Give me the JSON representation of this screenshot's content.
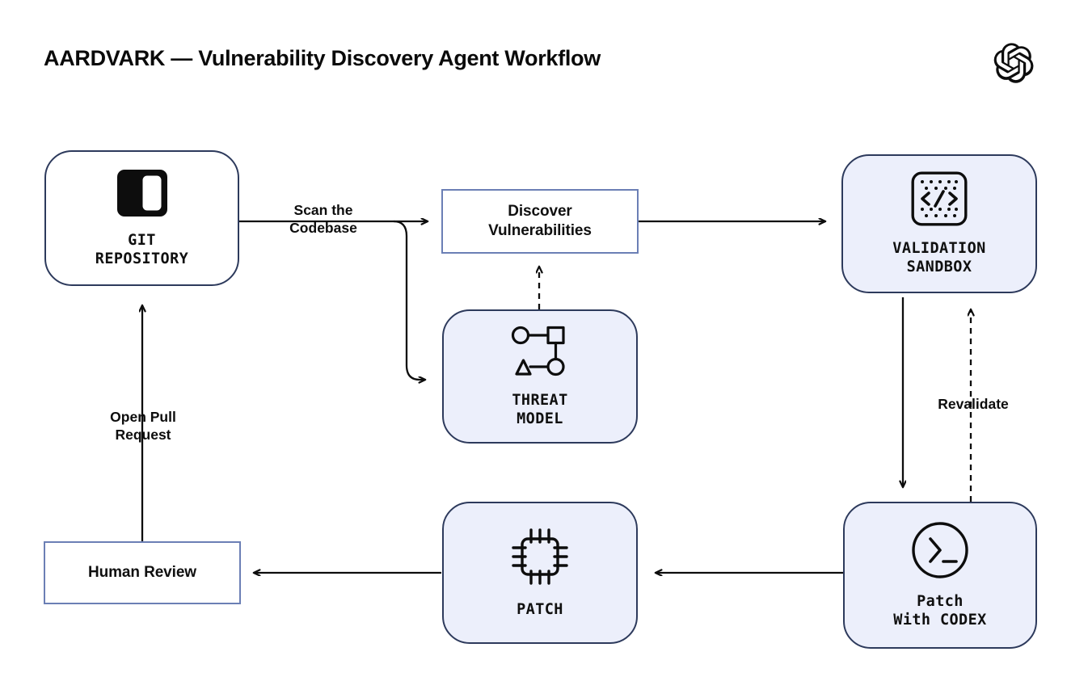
{
  "header": {
    "title": "AARDVARK — Vulnerability Discovery Agent Workflow",
    "logo_name": "openai-logo"
  },
  "diagram": {
    "type": "flowchart",
    "colors": {
      "node_border_dark": "#2d3a5c",
      "node_border_blue": "#6b7fb5",
      "node_fill_lavender": "#eceffb",
      "node_fill_white": "#ffffff",
      "edge_stroke": "#0d0d0d",
      "text": "#0d0d0d"
    },
    "nodes": [
      {
        "id": "git-repository",
        "label": "GIT\nREPOSITORY",
        "icon": "repository-icon",
        "shape": "rounded-card",
        "fill": "white"
      },
      {
        "id": "discover-vulnerabilities",
        "label": "Discover\nVulnerabilities",
        "icon": null,
        "shape": "rectangle",
        "fill": "white"
      },
      {
        "id": "threat-model",
        "label": "THREAT\nMODEL",
        "icon": "node-graph-icon",
        "shape": "rounded-card",
        "fill": "lavender"
      },
      {
        "id": "validation-sandbox",
        "label": "VALIDATION\nSANDBOX",
        "icon": "code-sandbox-icon",
        "shape": "rounded-card",
        "fill": "lavender"
      },
      {
        "id": "patch-with-codex",
        "label": "Patch\nWith CODEX",
        "icon": "terminal-prompt-icon",
        "shape": "rounded-card",
        "fill": "lavender"
      },
      {
        "id": "patch",
        "label": "PATCH",
        "icon": "cpu-chip-icon",
        "shape": "rounded-card",
        "fill": "lavender"
      },
      {
        "id": "human-review",
        "label": "Human Review",
        "icon": null,
        "shape": "rectangle",
        "fill": "white"
      }
    ],
    "edges": [
      {
        "id": "scan-codebase",
        "from": "git-repository",
        "to": "discover-vulnerabilities",
        "label": "Scan the\nCodebase",
        "style": "solid"
      },
      {
        "id": "scan-to-threat-model",
        "from": "git-repository",
        "to": "threat-model",
        "label": "",
        "style": "solid"
      },
      {
        "id": "threat-informs",
        "from": "threat-model",
        "to": "discover-vulnerabilities",
        "label": "",
        "style": "dashed"
      },
      {
        "id": "to-validation",
        "from": "discover-vulnerabilities",
        "to": "validation-sandbox",
        "label": "",
        "style": "solid"
      },
      {
        "id": "to-codex",
        "from": "validation-sandbox",
        "to": "patch-with-codex",
        "label": "",
        "style": "solid"
      },
      {
        "id": "revalidate",
        "from": "patch-with-codex",
        "to": "validation-sandbox",
        "label": "Revalidate",
        "style": "dashed"
      },
      {
        "id": "codex-to-patch",
        "from": "patch-with-codex",
        "to": "patch",
        "label": "",
        "style": "solid"
      },
      {
        "id": "patch-to-review",
        "from": "patch",
        "to": "human-review",
        "label": "",
        "style": "solid"
      },
      {
        "id": "open-pull-request",
        "from": "human-review",
        "to": "git-repository",
        "label": "Open Pull\nRequest",
        "style": "solid"
      }
    ]
  }
}
